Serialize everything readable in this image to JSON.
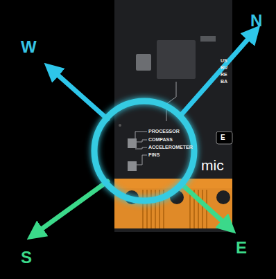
{
  "diagram": {
    "labels": [
      "W",
      "N",
      "S",
      "E",
      "PROCESSOR",
      "COMPASS",
      "ACCELEROMETER",
      "PINS",
      "US",
      "BU",
      "RE",
      "BA",
      "E",
      "mic"
    ]
  }
}
